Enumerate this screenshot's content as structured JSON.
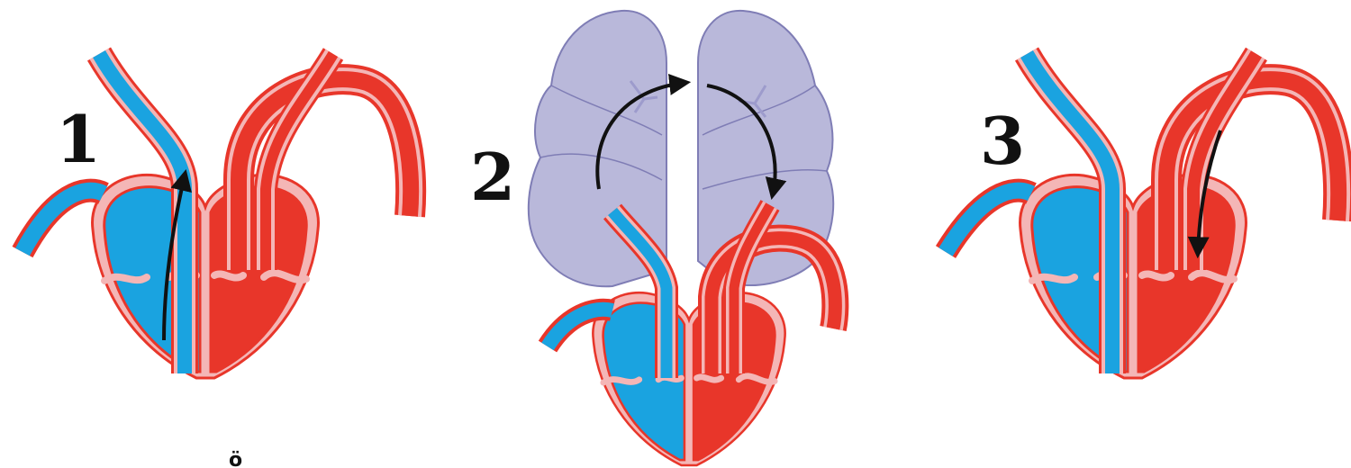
{
  "panels": [
    {
      "step_number": "1"
    },
    {
      "step_number": "2"
    },
    {
      "step_number": "3"
    }
  ],
  "stray_mark": "ö",
  "colors": {
    "deoxygenated": "#1aa3e0",
    "oxygenated": "#e8362a",
    "vessel_outline": "#e8362a",
    "lining": "#f4b6b6",
    "lungs": "#b9b8da",
    "lung_outline": "#7f7db5",
    "arrow": "#111111"
  }
}
